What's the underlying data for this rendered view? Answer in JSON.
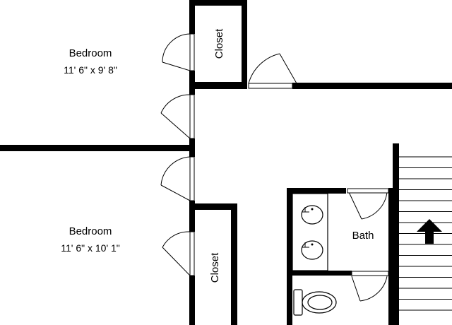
{
  "rooms": {
    "bedroom_upper": {
      "name": "Bedroom",
      "dims": "11' 6\" x 9' 8\""
    },
    "bedroom_lower": {
      "name": "Bedroom",
      "dims": "11' 6\" x 10' 1\""
    },
    "closet_upper": {
      "name": "Closet"
    },
    "closet_lower": {
      "name": "Closet"
    },
    "bath": {
      "name": "Bath"
    }
  },
  "colors": {
    "wall": "#000000",
    "background": "#ffffff"
  },
  "icons": {
    "stairs_arrow": "arrow-up-icon"
  }
}
